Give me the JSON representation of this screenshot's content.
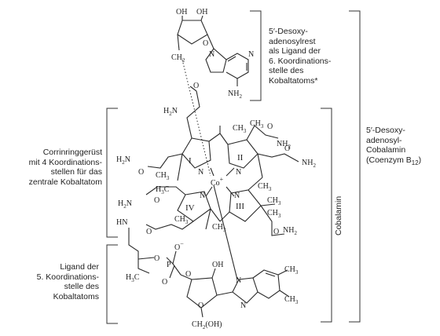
{
  "labels": {
    "adenosyl_rest": [
      "5′-Desoxy-",
      "adenosylrest",
      "als Ligand der",
      "6. Koordinations-",
      "stelle des",
      "Kobaltatoms*"
    ],
    "coenzym": [
      "5′-Desoxy-",
      "adenosyl-",
      "Cobalamin",
      "(Coenzym B",
      "12",
      ")"
    ],
    "corrinring": [
      "Corrinringgerüst",
      "mit 4 Koordinations-",
      "stellen für das",
      "zentrale Kobaltatom"
    ],
    "ligand5": [
      "Ligand der",
      "5. Koordinations-",
      "stelle des",
      "Kobaltatoms"
    ],
    "cobalamin": "Cobalamin"
  },
  "atoms": {
    "oh": "OH",
    "o": "O",
    "ch2": "CH",
    "sub2": "2",
    "n": "N",
    "nh2": "NH",
    "h2n": "H",
    "ch3": "CH",
    "sub3": "3",
    "h3c": "H",
    "h3c_c": "C",
    "co": "Co",
    "plus": "+",
    "hn": "HN",
    "p": "P",
    "o_minus": "O",
    "minus": "−",
    "ch_label": "CH",
    "ch2oh": "(OH)"
  },
  "rings": [
    "I",
    "II",
    "III",
    "IV"
  ]
}
